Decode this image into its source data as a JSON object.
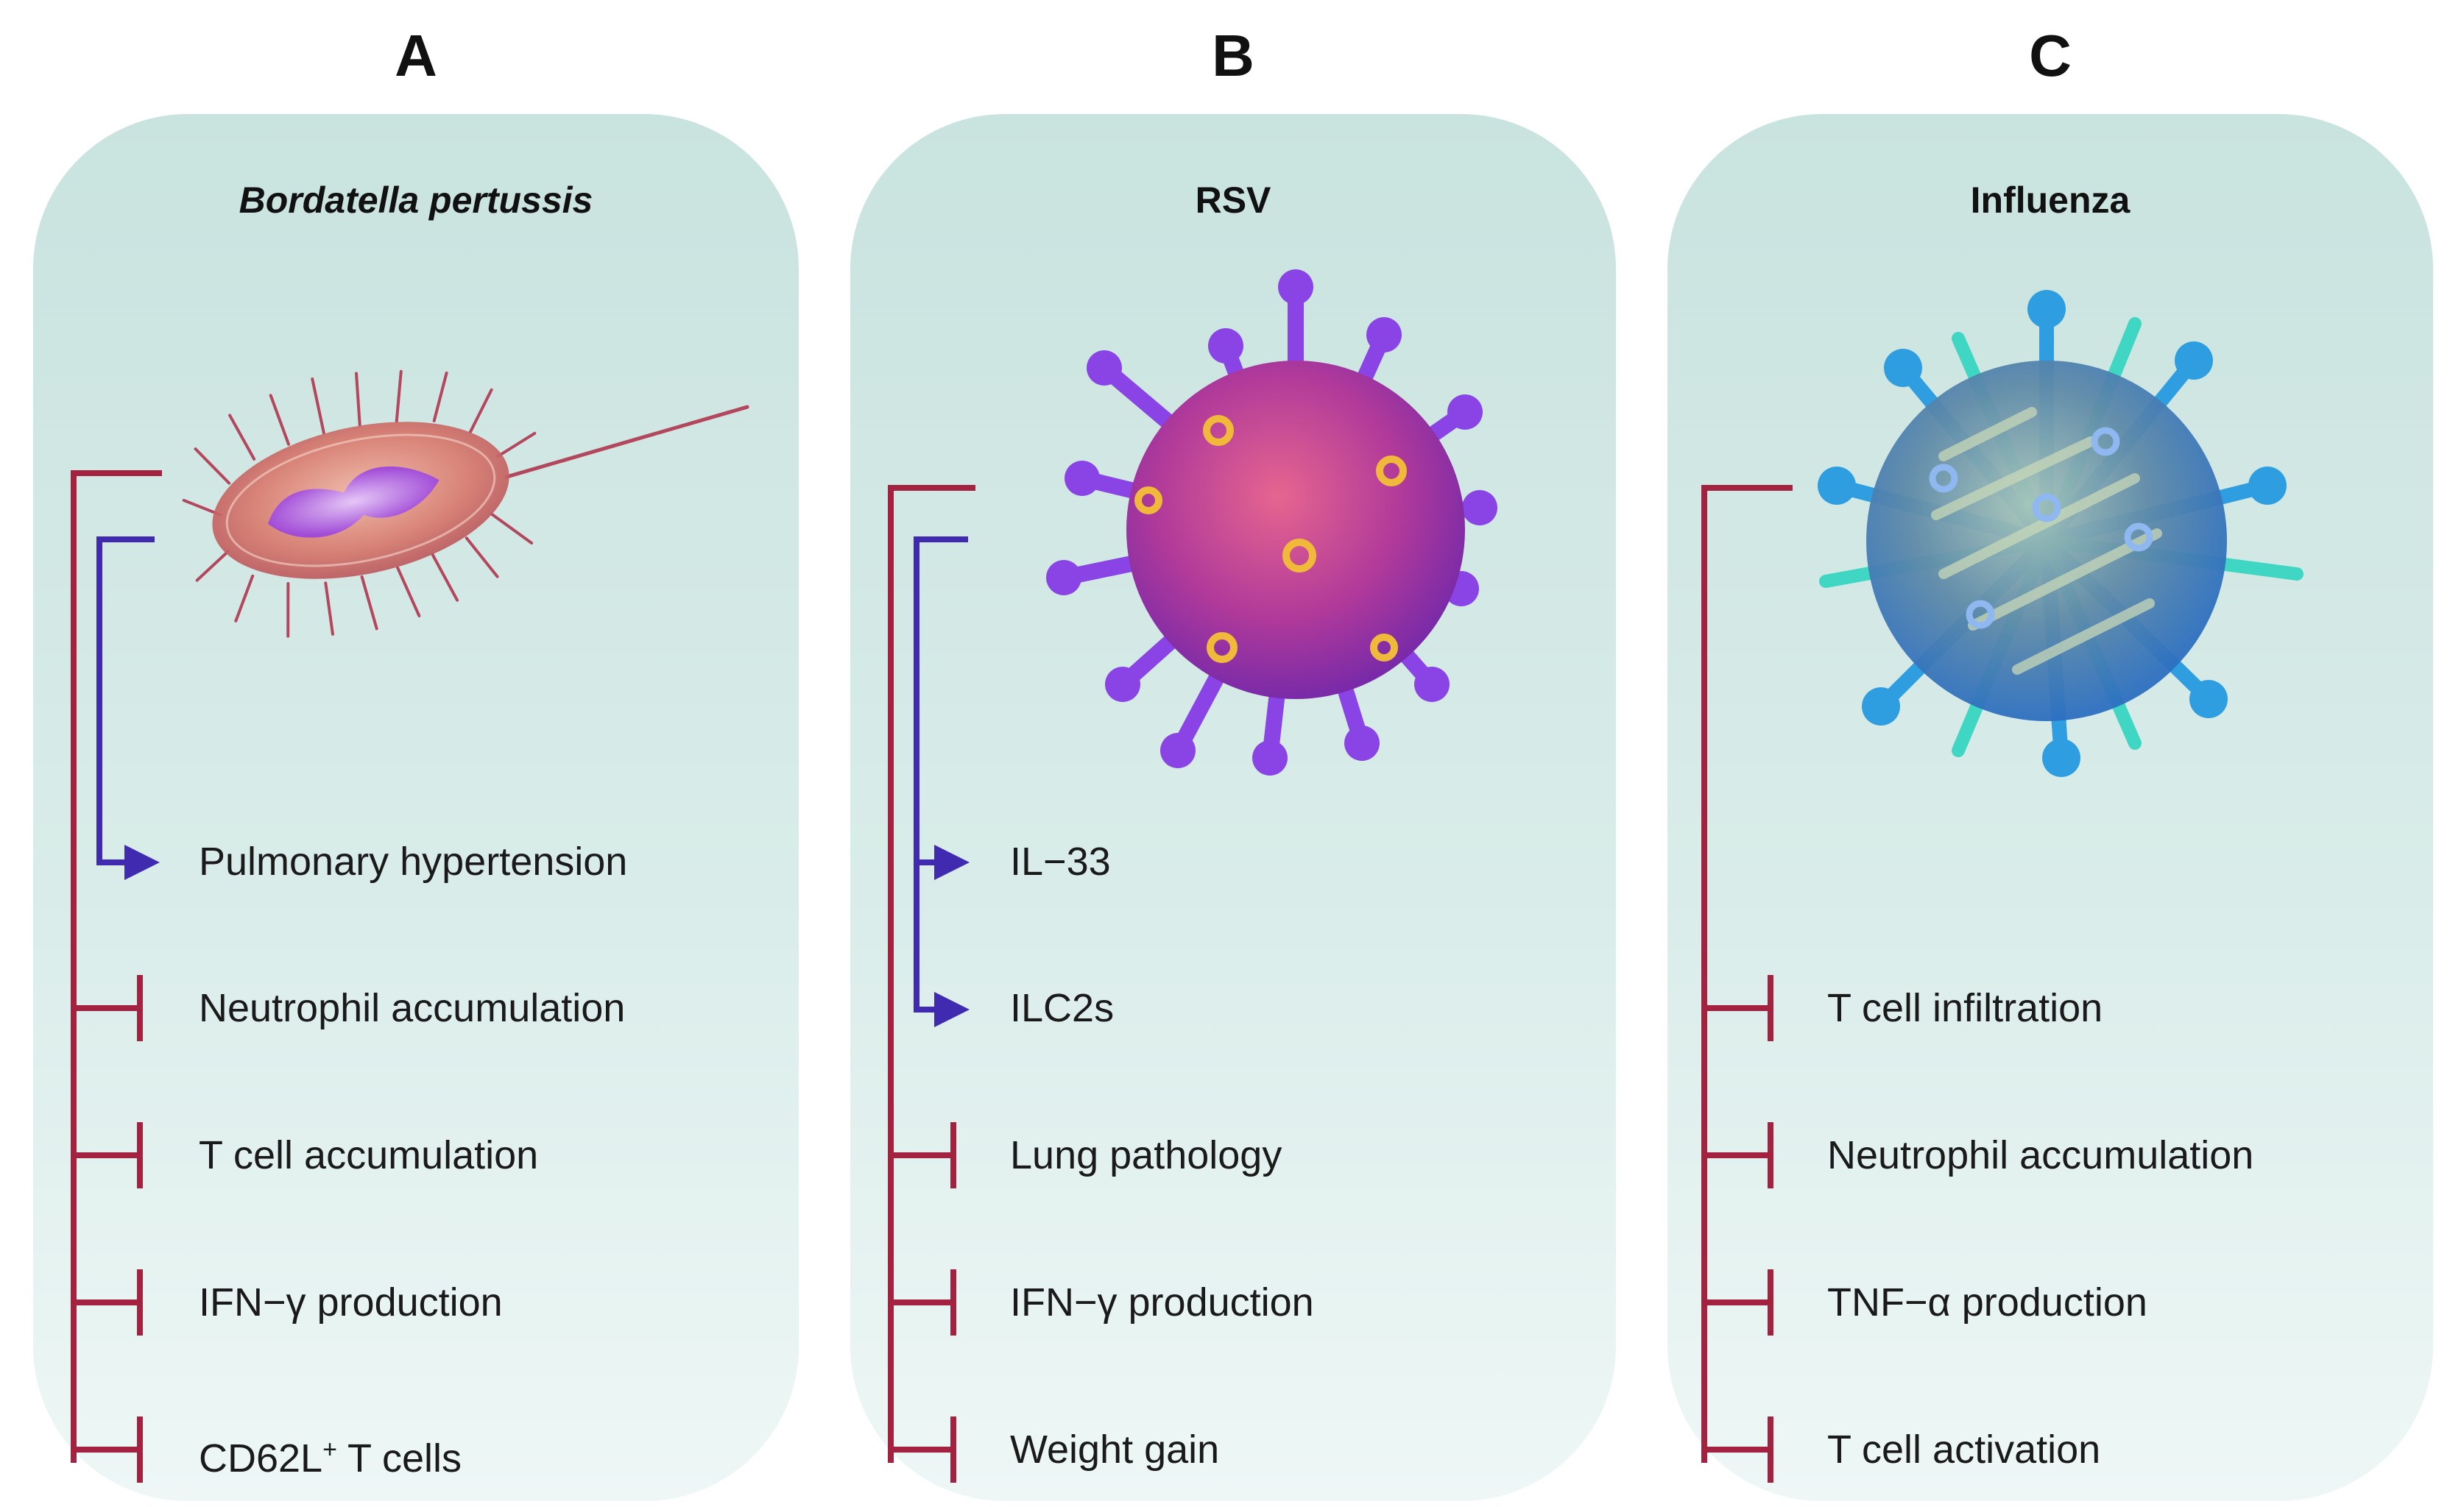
{
  "panels": [
    {
      "letter": "A",
      "title": "Bordatella pertussis",
      "organism_icon": "bacterium-icon",
      "items": [
        {
          "label": "Pulmonary hypertension",
          "effect": "promotes"
        },
        {
          "label": "Neutrophil accumulation",
          "effect": "inhibits"
        },
        {
          "label": "T cell accumulation",
          "effect": "inhibits"
        },
        {
          "label": "IFN−γ production",
          "effect": "inhibits"
        },
        {
          "label": "CD62L",
          "sup": "+",
          "label_rest": " T cells",
          "effect": "inhibits"
        }
      ]
    },
    {
      "letter": "B",
      "title": "RSV",
      "organism_icon": "rsv-virus-icon",
      "items": [
        {
          "label": "IL−33",
          "effect": "promotes"
        },
        {
          "label": "ILC2s",
          "effect": "promotes"
        },
        {
          "label": "Lung pathology",
          "effect": "inhibits"
        },
        {
          "label": "IFN−γ production",
          "effect": "inhibits"
        },
        {
          "label": "Weight gain",
          "effect": "inhibits"
        }
      ]
    },
    {
      "letter": "C",
      "title": "Influenza",
      "organism_icon": "influenza-virus-icon",
      "items": [
        {
          "label": "T cell infiltration",
          "effect": "inhibits"
        },
        {
          "label": "Neutrophil accumulation",
          "effect": "inhibits"
        },
        {
          "label": "TNF−α production",
          "effect": "inhibits"
        },
        {
          "label": "T cell activation",
          "effect": "inhibits"
        }
      ]
    }
  ],
  "colors": {
    "inhibit": "#a3223f",
    "promote": "#3f2ab0",
    "card_top": "#c9e3df",
    "card_bottom": "#eef7f6"
  }
}
